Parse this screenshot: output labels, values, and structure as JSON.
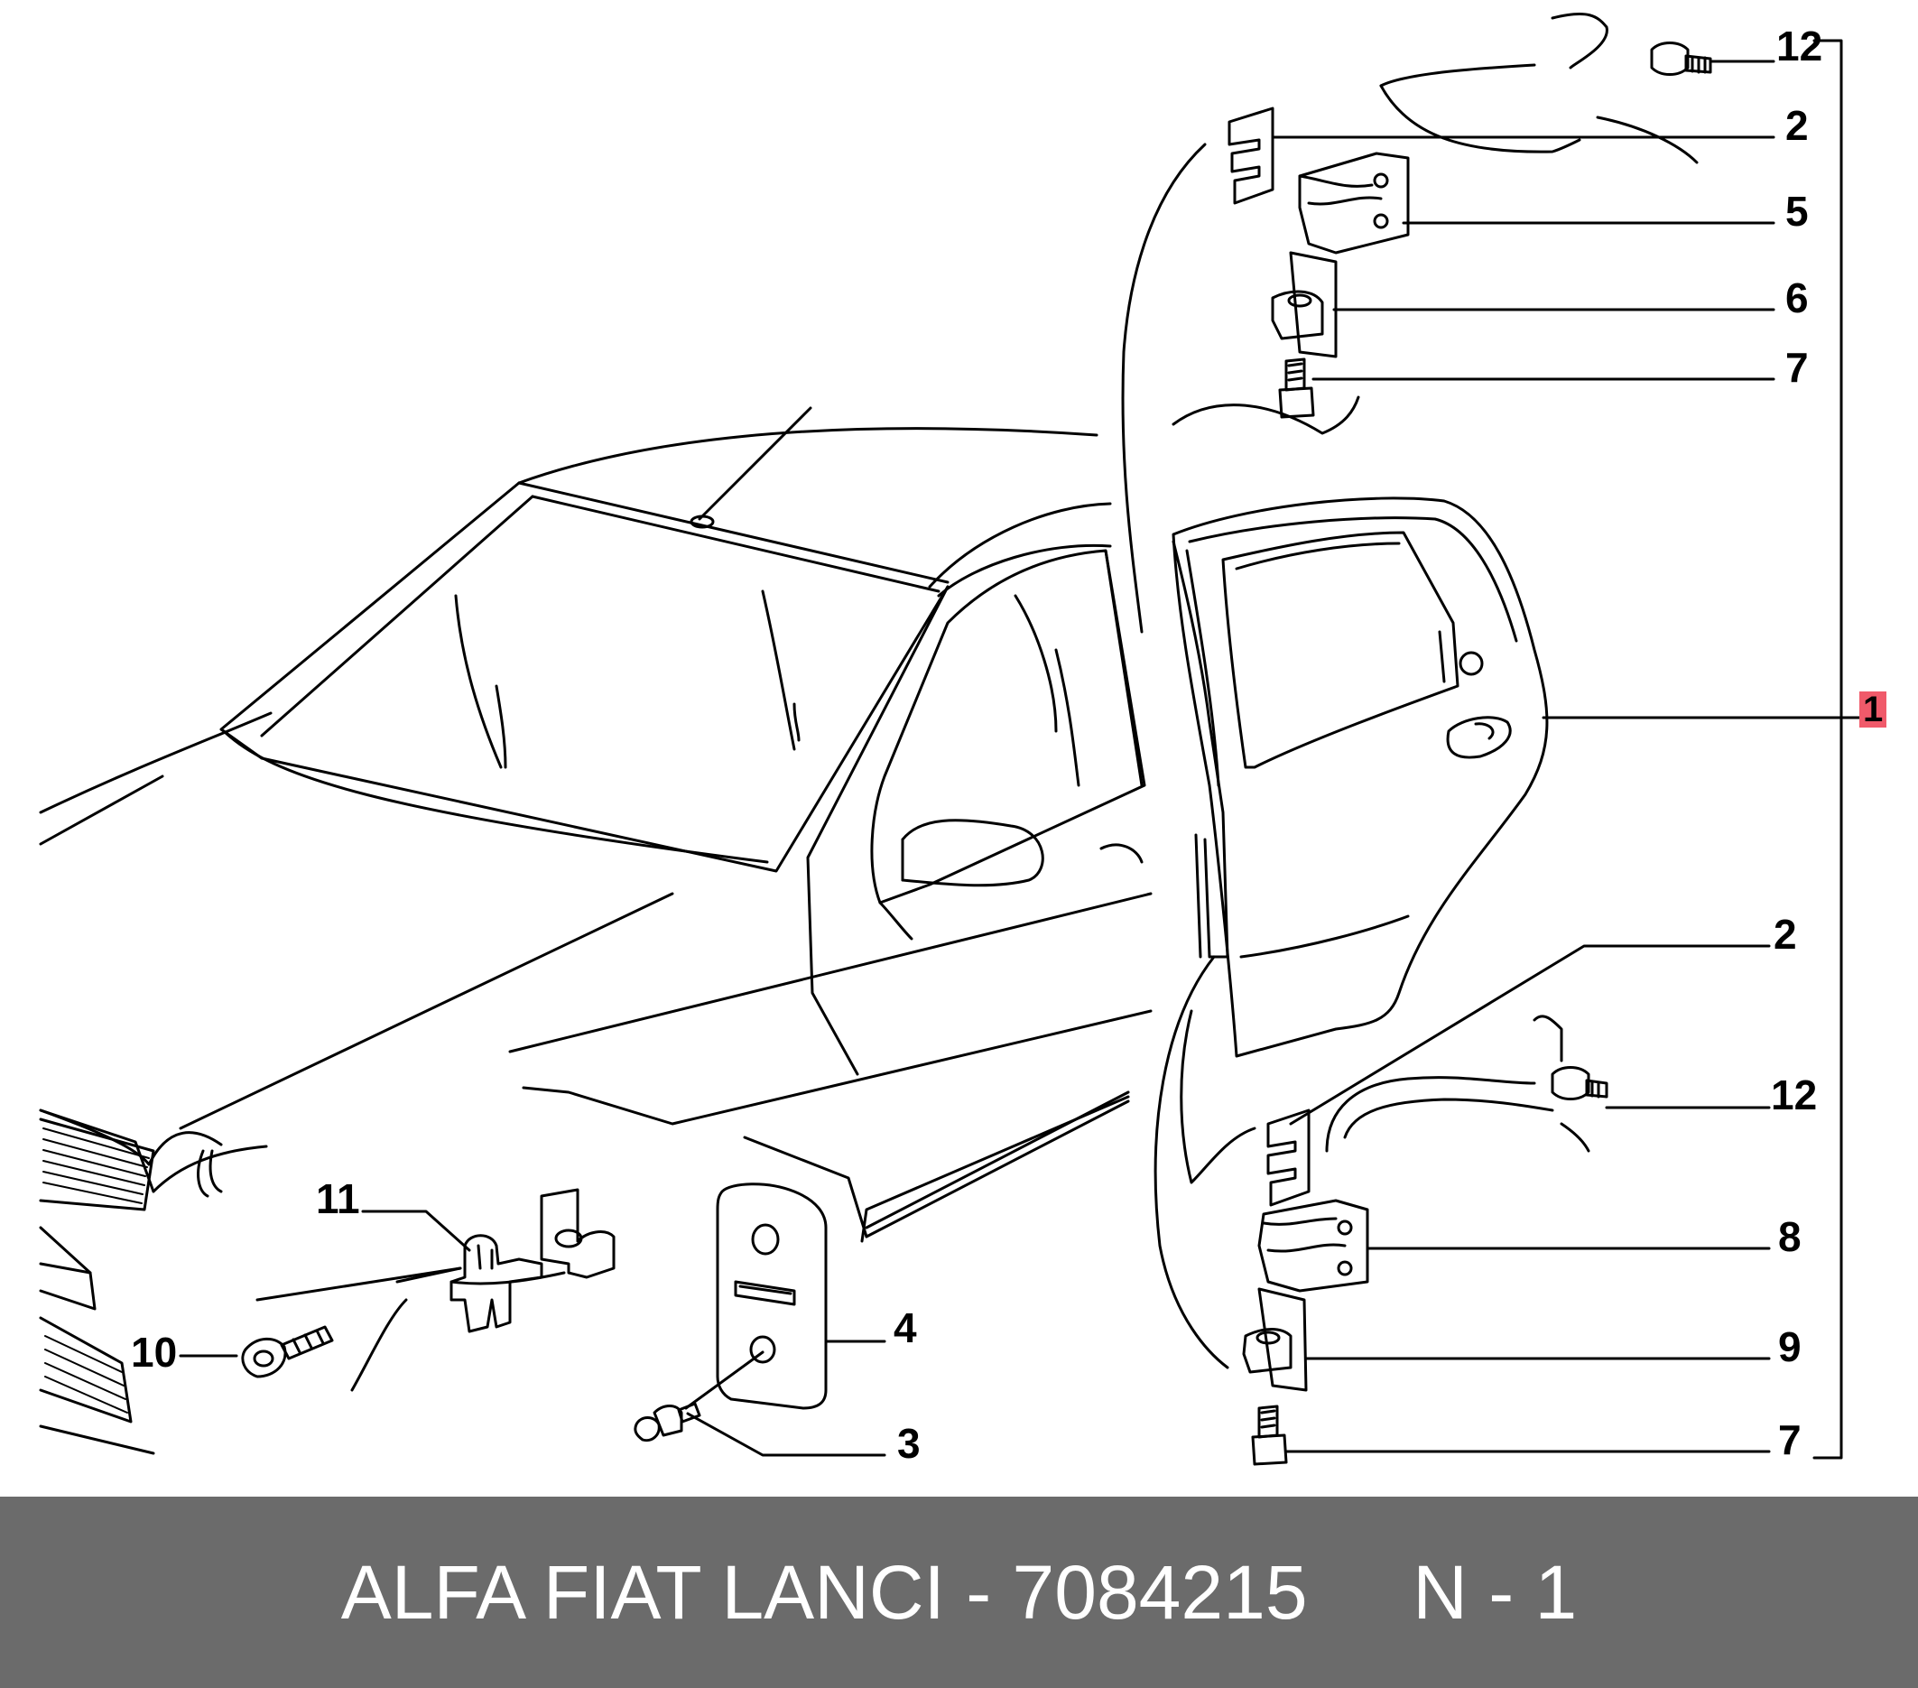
{
  "callouts": {
    "c12_top": "12",
    "c2_top": "2",
    "c5": "5",
    "c6": "6",
    "c7_top": "7",
    "c1": "1",
    "c2_bottom": "2",
    "c12_bottom": "12",
    "c8": "8",
    "c9": "9",
    "c7_bottom": "7",
    "c11": "11",
    "c10": "10",
    "c4": "4",
    "c3": "3"
  },
  "footer": {
    "text": "ALFA FIAT LANCI - 7084215     N - 1"
  },
  "colors": {
    "footer_bg": "#6b6b6b",
    "footer_text": "#ffffff",
    "highlight": "#f05a6a",
    "line": "#000000"
  }
}
